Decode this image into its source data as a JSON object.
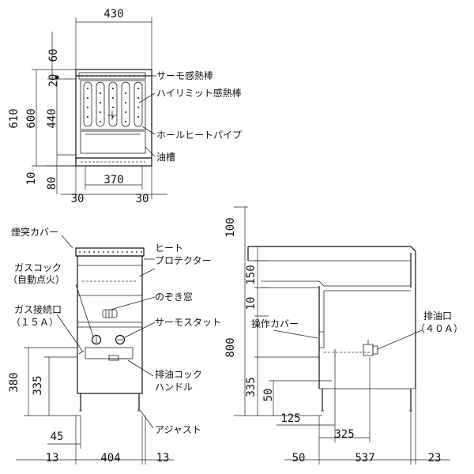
{
  "labels": {
    "thermo_heater": "サーモ感熱棒",
    "highlimit_heater": "ハイリミット感熱棒",
    "hole_heat_pipe": "ホールヒートパイプ",
    "oil_tank": "油槽",
    "chimney_cover": "煙突カバー",
    "heat_protector_1": "ヒート",
    "heat_protector_2": "プロテクター",
    "gas_cock_1": "ガスコック",
    "gas_cock_2": "（自動点火）",
    "peep_window": "のぞき窓",
    "gas_inlet_1": "ガス接続口",
    "gas_inlet_2": "（１５Ａ）",
    "thermostat": "サーモスタット",
    "drain_handle_1": "排油コック",
    "drain_handle_2": "ハンドル",
    "adjuster": "アジャスト",
    "drain_port_1": "排油口",
    "drain_port_2": "（４０Ａ）",
    "control_cover": "操作カバー"
  },
  "dims": {
    "top_width": "430",
    "d60": "60",
    "d20": "20",
    "d610": "610",
    "d600": "600",
    "d440": "440",
    "d10a": "10",
    "d80": "80",
    "d370": "370",
    "d30l": "30",
    "d30r": "30",
    "d380": "380",
    "d335a": "335",
    "d45": "45",
    "d13l": "13",
    "d404": "404",
    "d13r": "13",
    "d100": "100",
    "d150": "150",
    "d10b": "10",
    "d800": "800",
    "d335b": "335",
    "d50v": "50",
    "d125": "125",
    "d325": "325",
    "d50h": "50",
    "d537": "537",
    "d23": "23"
  }
}
